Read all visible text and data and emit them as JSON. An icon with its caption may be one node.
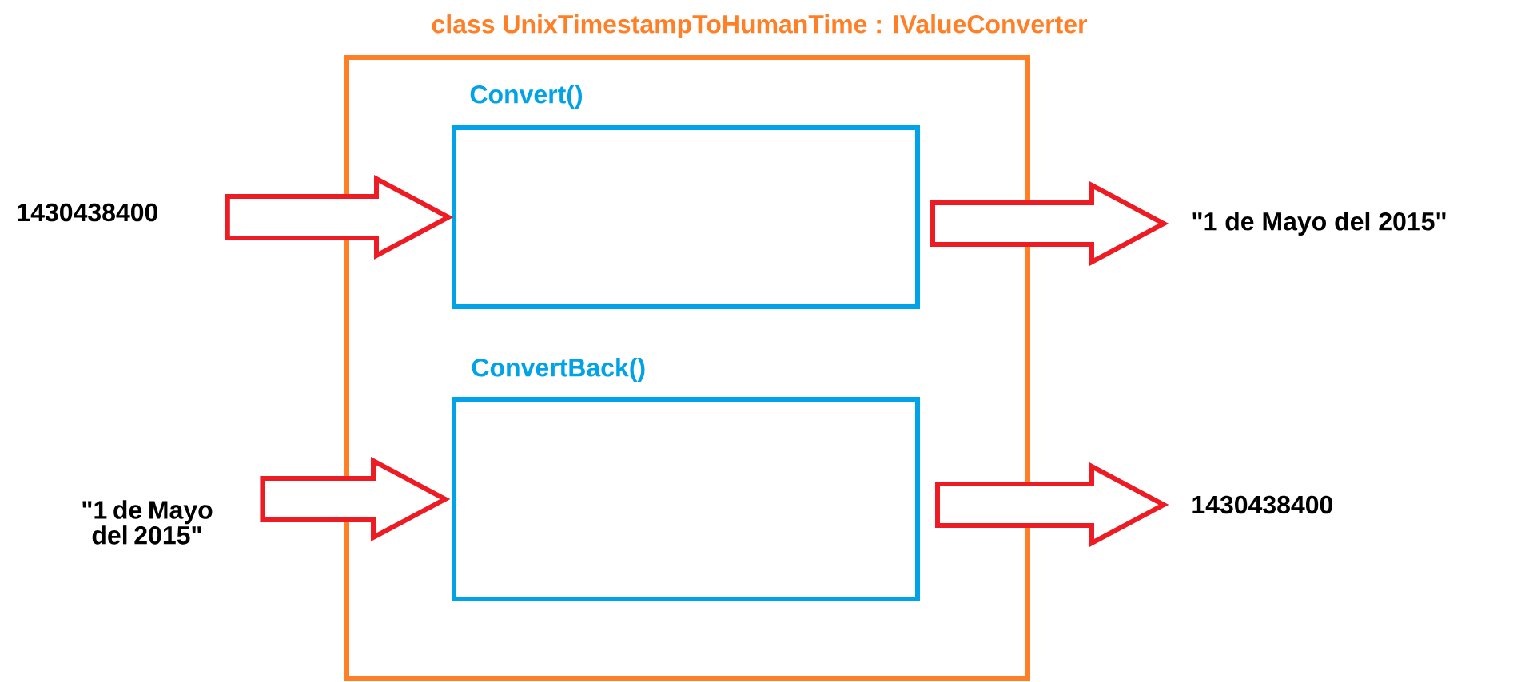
{
  "diagram": {
    "nodes": [
      {
        "text": [
          "class UnixTimestampToHumanTime : IValueConverter"
        ]
      },
      {
        "text": [
          "Convert()"
        ],
        "in": 0
      },
      {
        "text": [
          "ConvertBack()"
        ],
        "in": 0
      },
      {
        "text": [
          "1430438400"
        ]
      },
      {
        "text": [
          "\"1 de Mayo del 2015\""
        ]
      },
      {
        "text": [
          "\"1 de Mayo del 2015\""
        ]
      },
      {
        "text": [
          "1430438400"
        ]
      }
    ],
    "edges": [
      {
        "from": 3,
        "to": 1,
        "arrow": "to"
      },
      {
        "from": 1,
        "to": 4,
        "arrow": "to"
      },
      {
        "from": 5,
        "to": 2,
        "arrow": "to"
      },
      {
        "from": 2,
        "to": 6,
        "arrow": "to"
      }
    ]
  }
}
